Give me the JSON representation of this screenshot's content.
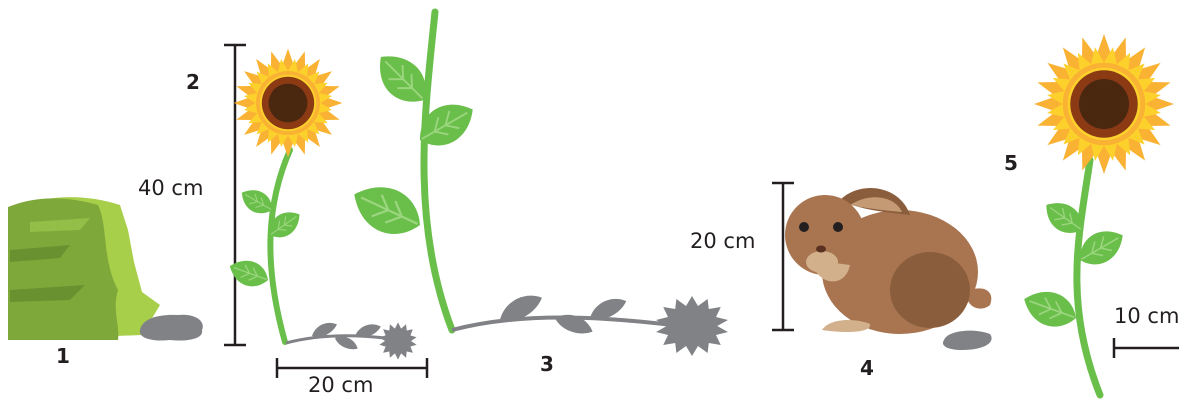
{
  "panels": [
    {
      "number": "1"
    },
    {
      "number": "2",
      "height_label": "40 cm",
      "shadow_width_label": "20 cm"
    },
    {
      "number": "3"
    },
    {
      "number": "4",
      "height_label": "20 cm"
    },
    {
      "number": "5",
      "width_label": "10 cm"
    }
  ],
  "colors": {
    "bush_dark": "#7fa83a",
    "bush_light": "#a8cf4a",
    "stem": "#6abf4b",
    "leaf": "#6abf4b",
    "petal_outer": "#f9b233",
    "petal_inner": "#fdd12b",
    "flower_center_ring": "#8b3a14",
    "flower_center": "#4a2810",
    "shadow": "#808285",
    "rabbit_body": "#a87550",
    "rabbit_dark": "#8a5e3c",
    "rabbit_light": "#d2b08c",
    "measure_line": "#231f20"
  }
}
